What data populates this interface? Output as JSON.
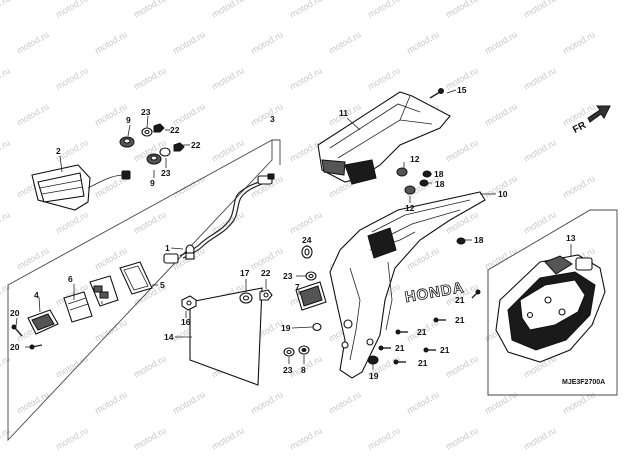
{
  "diagram": {
    "watermark_text": "motod.ru",
    "direction_label": "FR",
    "figure_code": "MJE3F2700A",
    "brand_text": "HONDA",
    "callouts": [
      "1",
      "2",
      "3",
      "4",
      "5",
      "6",
      "7",
      "8",
      "9",
      "10",
      "11",
      "12",
      "13",
      "14",
      "15",
      "16",
      "17",
      "18",
      "19",
      "20",
      "21",
      "22",
      "23",
      "24"
    ]
  }
}
